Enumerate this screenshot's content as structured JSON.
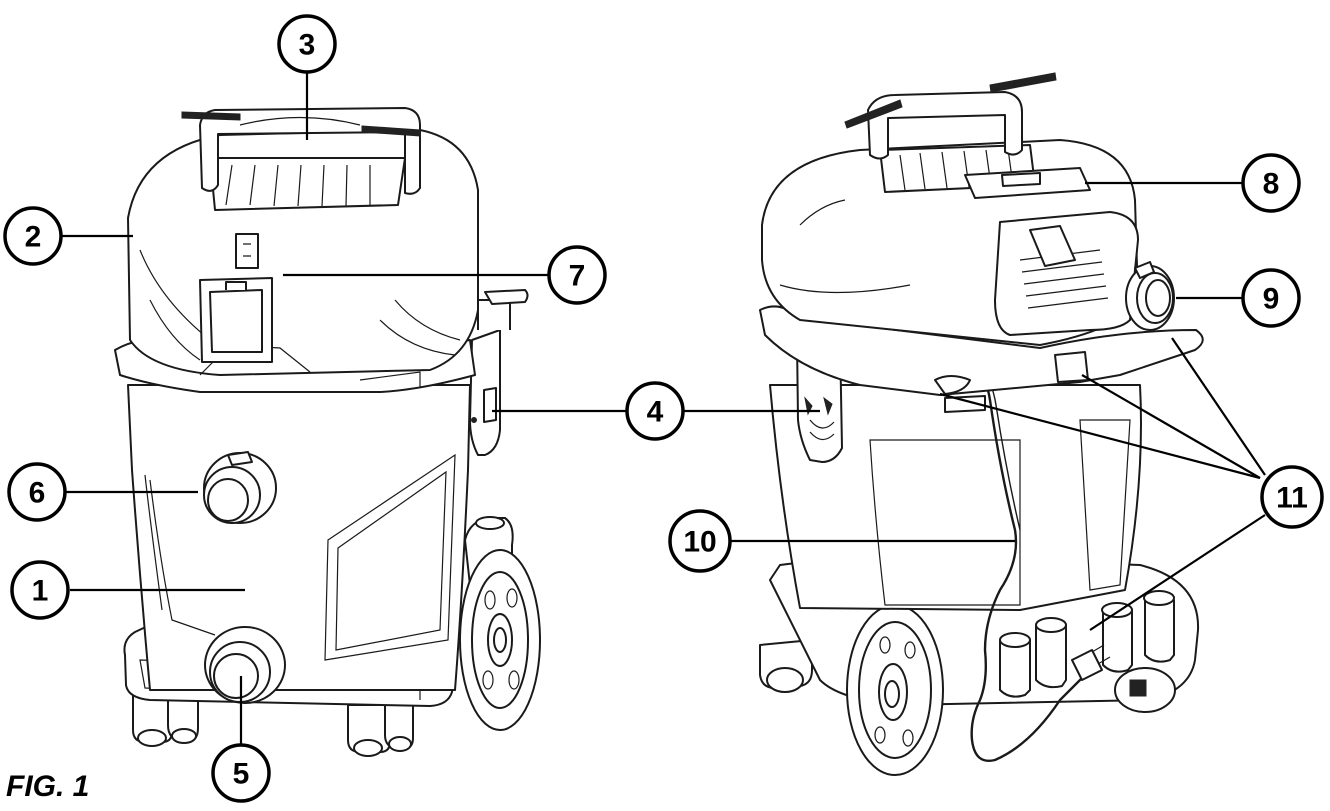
{
  "figure": {
    "caption": "FIG. 1",
    "callouts": [
      {
        "id": "1",
        "label": "1"
      },
      {
        "id": "2",
        "label": "2"
      },
      {
        "id": "3",
        "label": "3"
      },
      {
        "id": "4",
        "label": "4"
      },
      {
        "id": "5",
        "label": "5"
      },
      {
        "id": "6",
        "label": "6"
      },
      {
        "id": "7",
        "label": "7"
      },
      {
        "id": "8",
        "label": "8"
      },
      {
        "id": "9",
        "label": "9"
      },
      {
        "id": "10",
        "label": "10"
      },
      {
        "id": "11",
        "label": "11"
      }
    ]
  },
  "colors": {
    "ink": "#000000",
    "paper": "#ffffff"
  },
  "icons": [
    "front-view-vacuum-illustration",
    "rear-view-vacuum-illustration"
  ]
}
